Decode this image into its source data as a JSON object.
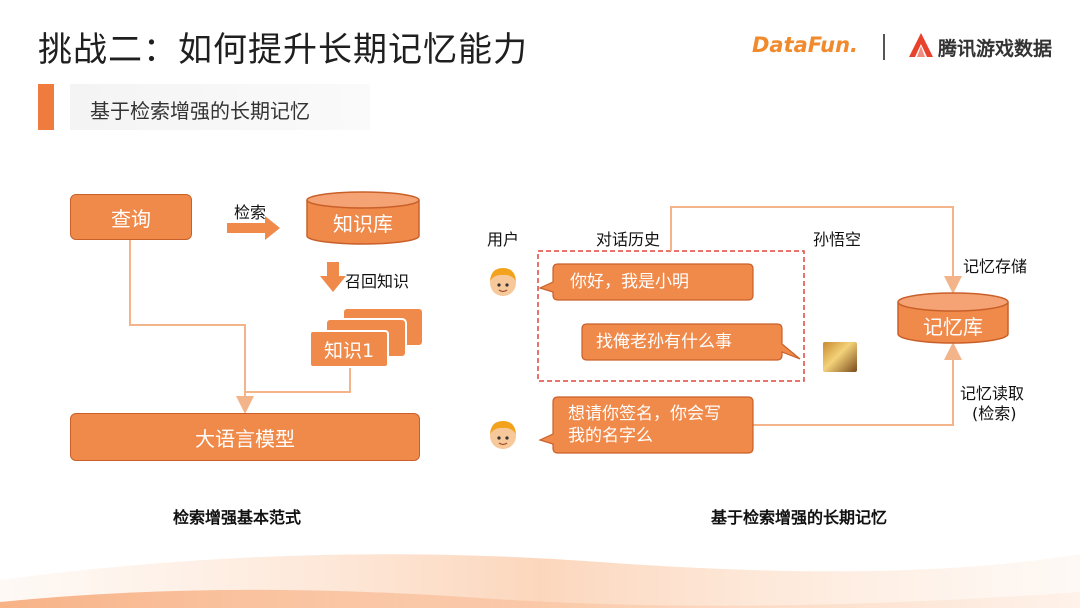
{
  "header": {
    "title": "挑战二：如何提升长期记忆能力",
    "subtitle": "基于检索增强的长期记忆",
    "logo_datafun": "DataFun.",
    "logo_tencent": "腾讯游戏数据"
  },
  "left_diagram": {
    "query": "查询",
    "retrieve": "检索",
    "knowledge_base": "知识库",
    "recall": "召回知识",
    "knowledge_item": "知识1",
    "llm": "大语言模型",
    "caption": "检索增强基本范式"
  },
  "right_diagram": {
    "user_label": "用户",
    "history_label": "对话历史",
    "character_label": "孙悟空",
    "msg1": "你好，我是小明",
    "msg2": "找俺老孙有什么事",
    "msg3_line1": "想请你签名，你会写",
    "msg3_line2": "我的名字么",
    "memory_store_label": "记忆存储",
    "memory_db": "记忆库",
    "memory_read_line1": "记忆读取",
    "memory_read_line2": "(检索)",
    "caption": "基于检索增强的长期记忆"
  },
  "colors": {
    "accent": "#f08a4b",
    "accent_border": "#c9602a",
    "line": "#f4b48a",
    "dash": "#e0473a",
    "arrow_gray": "#7d7d7d"
  },
  "icons": [
    "user-face-icon",
    "monkey-avatar-icon",
    "tencent-logo-icon"
  ]
}
